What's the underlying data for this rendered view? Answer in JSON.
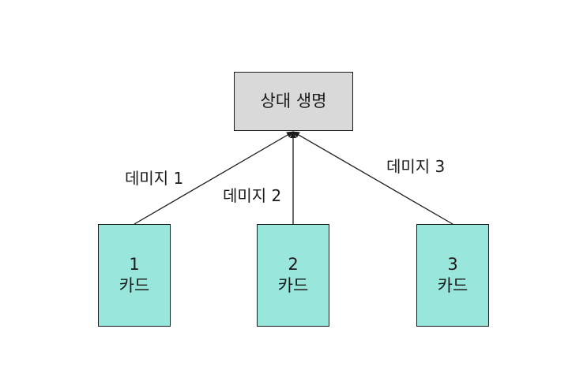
{
  "diagram": {
    "target": {
      "label": "상대 생명",
      "fill": "#d9d9d9"
    },
    "cards": [
      {
        "number": "1",
        "label": "카드",
        "fill": "#99e6dc"
      },
      {
        "number": "2",
        "label": "카드",
        "fill": "#99e6dc"
      },
      {
        "number": "3",
        "label": "카드",
        "fill": "#99e6dc"
      }
    ],
    "edges": [
      {
        "from": "card-1",
        "to": "target",
        "label": "데미지 1"
      },
      {
        "from": "card-2",
        "to": "target",
        "label": "데미지 2"
      },
      {
        "from": "card-3",
        "to": "target",
        "label": "데미지 3"
      }
    ],
    "line_color": "#1a1a1a"
  }
}
